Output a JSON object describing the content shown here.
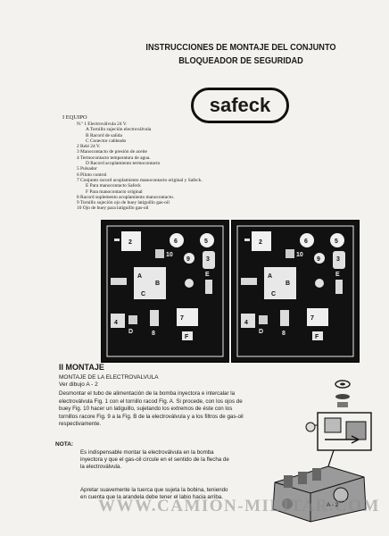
{
  "header": {
    "title_line1": "INSTRUCCIONES DE MONTAJE DEL CONJUNTO",
    "title_line2": "BLOQUEADOR DE SEGURIDAD",
    "logo_text": "safeck"
  },
  "equipo": {
    "heading": "I  EQUIPO",
    "items": [
      {
        "text": "N.º 1  Electroválvula 24 V.",
        "sub": false
      },
      {
        "text": "A   Tornillo sujeción electroválvula",
        "sub": true
      },
      {
        "text": "B   Racord de salida",
        "sub": true
      },
      {
        "text": "C   Conector cableado",
        "sub": true
      },
      {
        "text": "2  Relé 24 V.",
        "sub": false
      },
      {
        "text": "3  Manocontacto de presión de aceite",
        "sub": false
      },
      {
        "text": "4  Termocontacto temperatura de agua.",
        "sub": false
      },
      {
        "text": "D   Racord acoplamiento termocontacto",
        "sub": true
      },
      {
        "text": "5  Pulsador",
        "sub": false
      },
      {
        "text": "6  Piloto control",
        "sub": false
      },
      {
        "text": "7  Conjunto racord acoplamiento manocontacto original y Safeck.",
        "sub": false
      },
      {
        "text": "E   Para manocontacto Safeck",
        "sub": true
      },
      {
        "text": "F   Para manocontacto original",
        "sub": true
      },
      {
        "text": "8  Racord suplemento acoplamiento manocontacto.",
        "sub": false
      },
      {
        "text": "9  Tornillo sujeción ojo de buey latiguillo gas-oil",
        "sub": false
      },
      {
        "text": "10  Ojo de buey para latiguillo gas-oil",
        "sub": false
      }
    ]
  },
  "figure_labels": {
    "relay": "2",
    "pilot": "6",
    "pushbutton": "5",
    "elbow": "10",
    "screw": "9",
    "manocontacto": "3",
    "mano_letter": "E",
    "valve_a": "A",
    "valve_b": "B",
    "valve_c": "C",
    "termo": "4",
    "termo_d": "D",
    "racord": "8",
    "conjunto": "7",
    "conjunto_f": "F"
  },
  "montaje": {
    "heading": "II  MONTAJE",
    "subheading": "MONTAJE DE LA ELECTROVALVULA",
    "ref": "Ver dibujo A - 2",
    "body": "Desmontar el tubo de alimentación de la bomba inyectora e intercalar la electroválvula Fig. 1 con el tornillo racod Fig. A. Si procede, con los ojos de buey Fig. 10 hacer un latiguillo, sujetando los extremos de éste con los tornillos racore Fig. 9 a la Fig. B de la electroválvula y a los filtros de gas-oil respectivamente.",
    "nota_heading": "NOTA:",
    "nota1": "Es indispensable montar la electroválvula en la bomba inyectora y que el gas-oil circule en el sentido de la flecha de la electroválvula.",
    "nota2": "Apretar suavemente la tuerca que sujeta la bobina, teniendo en cuenta que la arandela debe tener el labio hacia arriba."
  },
  "watermark": "WWW.CAMION-MILITAR.COM",
  "figure_ref": "A - 2"
}
